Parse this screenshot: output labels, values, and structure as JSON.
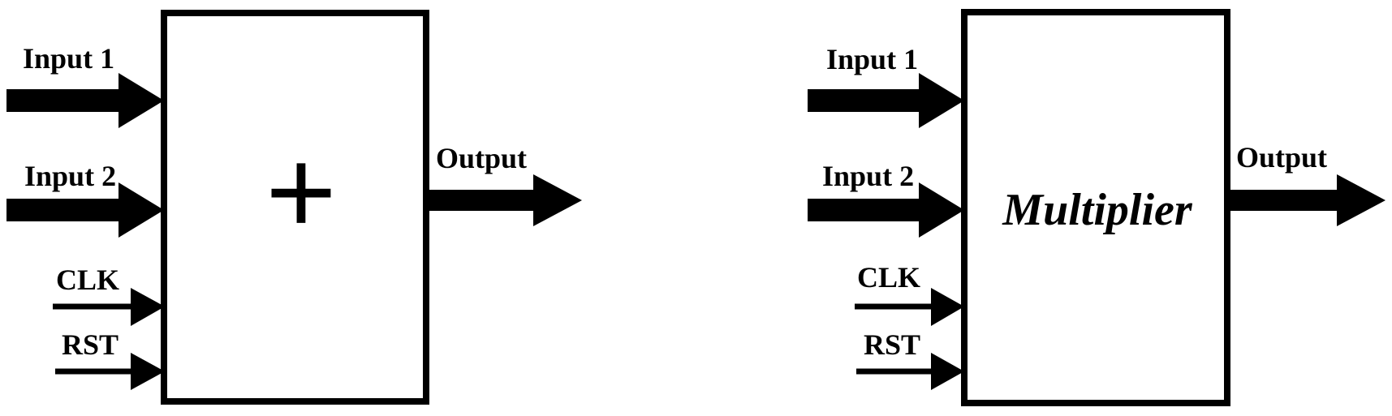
{
  "figure": {
    "background_color": "#ffffff",
    "line_color": "#000000",
    "blocks": [
      {
        "id": "adder",
        "body_symbol": "+",
        "ports": {
          "input1": "Input 1",
          "input2": "Input 2",
          "clk": "CLK",
          "rst": "RST",
          "output": "Output"
        }
      },
      {
        "id": "multiplier",
        "body_label": "Multiplier",
        "ports": {
          "input1": "Input 1",
          "input2": "Input 2",
          "clk": "CLK",
          "rst": "RST",
          "output": "Output"
        }
      }
    ]
  }
}
